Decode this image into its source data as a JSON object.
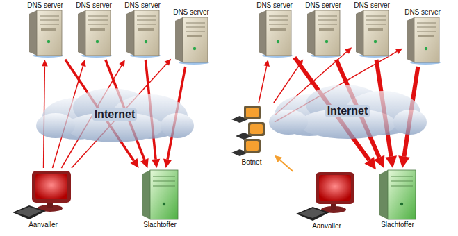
{
  "diagram": {
    "nodes": [
      {
        "text": [
          "DNS server"
        ]
      },
      {
        "text": [
          "DNS server"
        ]
      },
      {
        "text": [
          "DNS server"
        ]
      },
      {
        "text": [
          "DNS server"
        ]
      },
      {
        "text": [
          "Internet"
        ]
      },
      {
        "text": [
          "Aanvaller"
        ]
      },
      {
        "text": [
          "Slachtoffer"
        ]
      },
      {
        "text": [
          "DNS server"
        ]
      },
      {
        "text": [
          "DNS server"
        ]
      },
      {
        "text": [
          "DNS server"
        ]
      },
      {
        "text": [
          "DNS server"
        ]
      },
      {
        "text": [
          "Internet"
        ]
      },
      {
        "text": [
          "Botnet"
        ]
      },
      {
        "text": [
          "Aanvaller"
        ]
      },
      {
        "text": [
          "Slachtoffer"
        ]
      }
    ],
    "edges": [
      {
        "from": 5,
        "to": 0,
        "arrow": "to"
      },
      {
        "from": 5,
        "to": 1,
        "arrow": "to"
      },
      {
        "from": 5,
        "to": 2,
        "arrow": "to"
      },
      {
        "from": 5,
        "to": 3,
        "arrow": "to"
      },
      {
        "from": 0,
        "to": 6,
        "arrow": "to"
      },
      {
        "from": 1,
        "to": 6,
        "arrow": "to"
      },
      {
        "from": 2,
        "to": 6,
        "arrow": "to"
      },
      {
        "from": 3,
        "to": 6,
        "arrow": "to"
      },
      {
        "from": 13,
        "to": 12,
        "arrow": "to"
      },
      {
        "from": 12,
        "to": 7,
        "arrow": "to"
      },
      {
        "from": 12,
        "to": 8,
        "arrow": "to"
      },
      {
        "from": 12,
        "to": 9,
        "arrow": "to"
      },
      {
        "from": 12,
        "to": 10,
        "arrow": "to"
      },
      {
        "from": 7,
        "to": 14,
        "arrow": "to"
      },
      {
        "from": 8,
        "to": 14,
        "arrow": "to"
      },
      {
        "from": 9,
        "to": 14,
        "arrow": "to"
      },
      {
        "from": 10,
        "to": 14,
        "arrow": "to"
      }
    ]
  }
}
